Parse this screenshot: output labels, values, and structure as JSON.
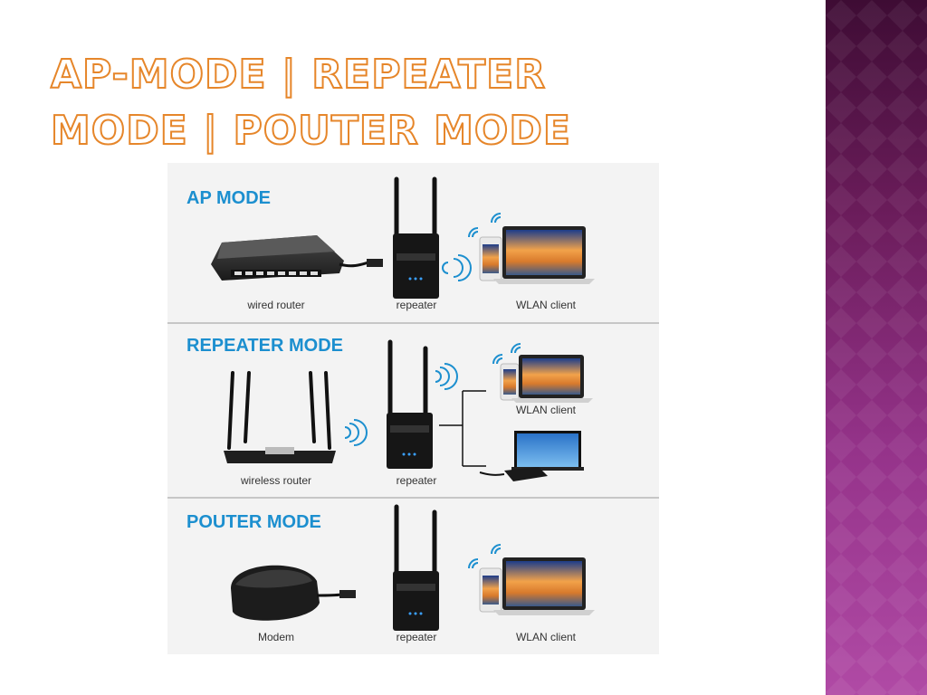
{
  "slide": {
    "title_line1": "AP-MODE | REPEATER",
    "title_line2": "MODE | POUTER MODE"
  },
  "diagram": {
    "sections": [
      {
        "heading": "AP MODE",
        "captions": [
          "wired router",
          "repeater",
          "WLAN client"
        ]
      },
      {
        "heading": "REPEATER MODE",
        "captions": [
          "wireless router",
          "repeater",
          "WLAN client"
        ]
      },
      {
        "heading": "POUTER MODE",
        "captions": [
          "Modem",
          "repeater",
          "WLAN client"
        ]
      }
    ]
  },
  "colors": {
    "title_outline": "#e6862a",
    "heading_blue": "#1c8fcf",
    "sidebar_dark": "#3e0c34",
    "sidebar_light": "#b04aa5",
    "panel_bg": "#f3f3f3"
  }
}
